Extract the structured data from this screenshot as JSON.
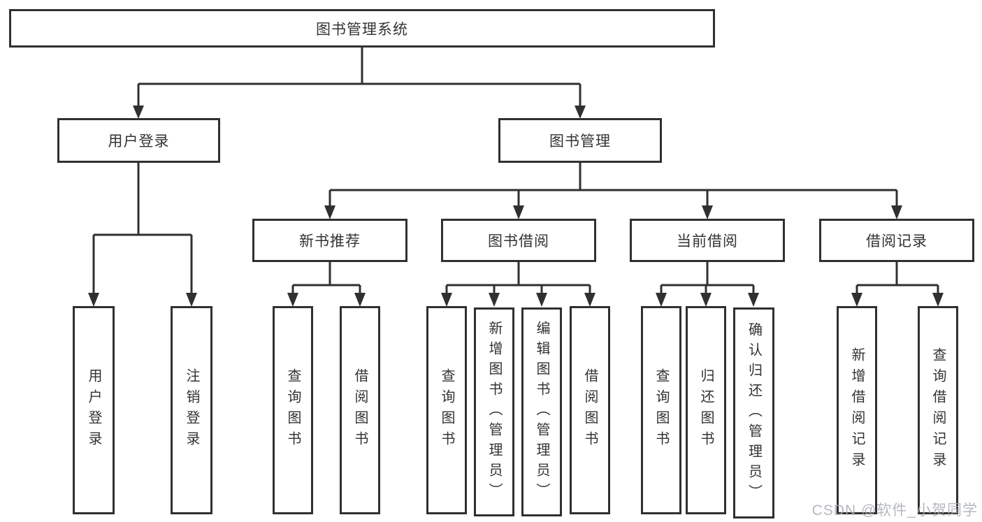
{
  "diagram": {
    "root": {
      "label": "图书管理系统"
    },
    "level2": [
      {
        "label": "用户登录"
      },
      {
        "label": "图书管理"
      }
    ],
    "level3": [
      {
        "label": "新书推荐"
      },
      {
        "label": "图书借阅"
      },
      {
        "label": "当前借阅"
      },
      {
        "label": "借阅记录"
      }
    ],
    "leaves": {
      "login": [
        {
          "label": "用户登录"
        },
        {
          "label": "注销登录"
        }
      ],
      "recommend": [
        {
          "label": "查询图书"
        },
        {
          "label": "借阅图书"
        }
      ],
      "borrow": [
        {
          "label": "查询图书"
        },
        {
          "label": "新增图书（管理员）"
        },
        {
          "label": "编辑图书（管理员）"
        },
        {
          "label": "借阅图书"
        }
      ],
      "current": [
        {
          "label": "查询图书"
        },
        {
          "label": "归还图书"
        },
        {
          "label": "确认归还（管理员）"
        }
      ],
      "records": [
        {
          "label": "新增借阅记录"
        },
        {
          "label": "查询借阅记录"
        }
      ]
    },
    "watermark": "CSDN @软件_小贺同学",
    "colors": {
      "line": "#303030",
      "box_fill": "#ffffff",
      "text": "#333333",
      "watermark": "#a8acb4"
    }
  }
}
